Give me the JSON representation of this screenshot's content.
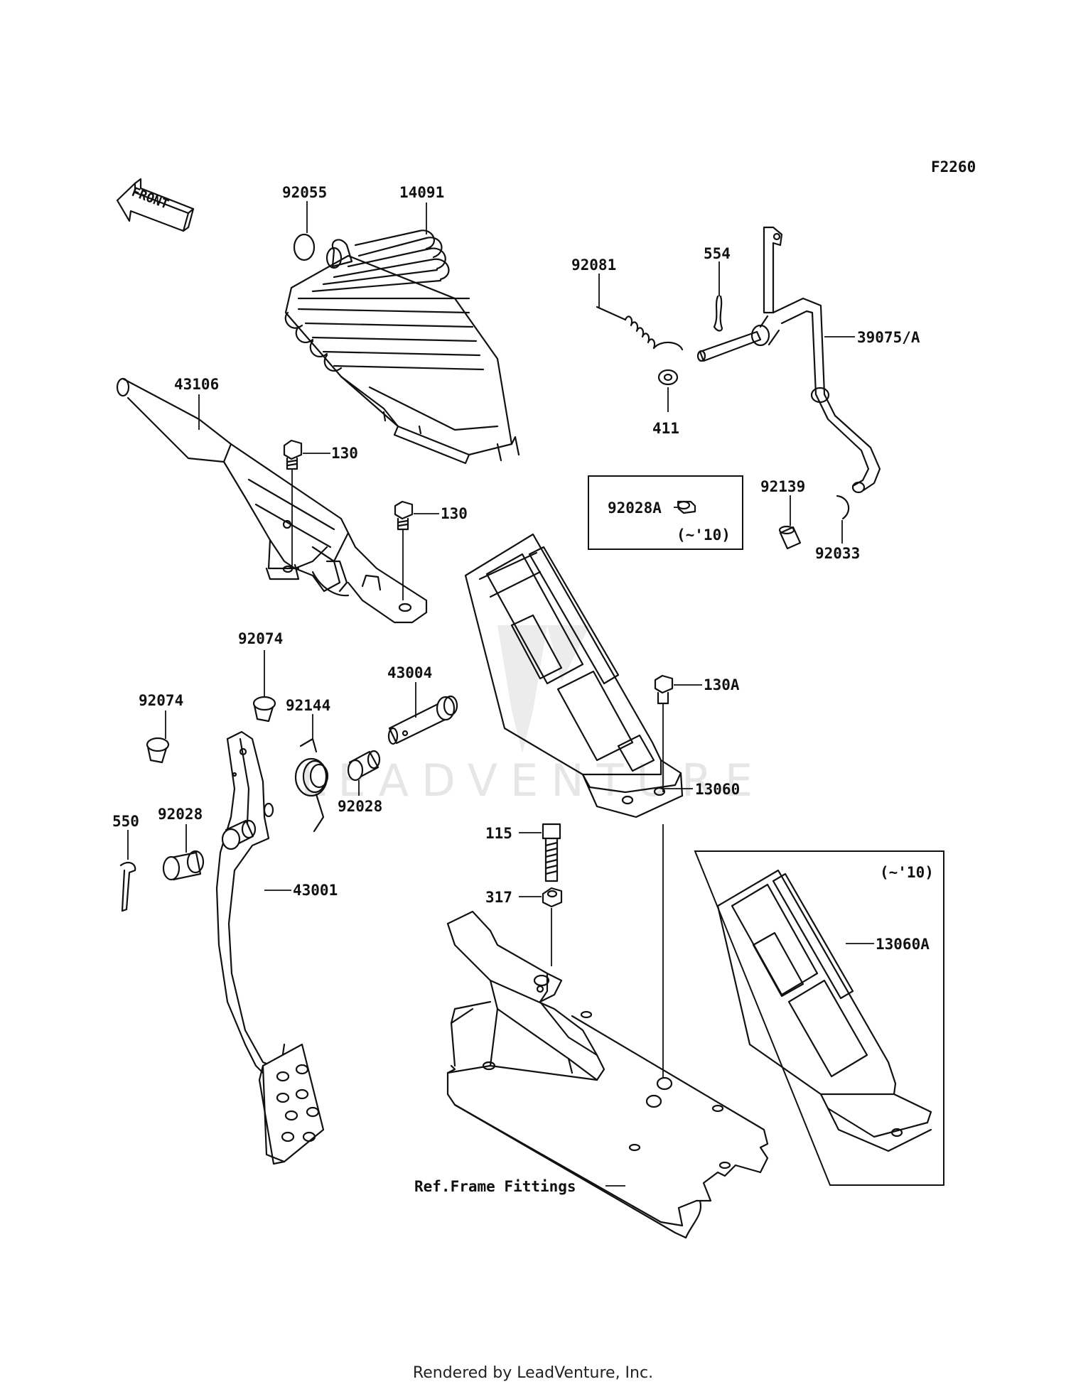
{
  "figure_code": "F2260",
  "front_arrow": {
    "text": "FRONT",
    "icon": "front-arrow-icon"
  },
  "watermark": "LEADVENTURE",
  "labels": {
    "p92055": "92055",
    "p14091": "14091",
    "p92081": "92081",
    "p554": "554",
    "p39075A": "39075/A",
    "p411": "411",
    "p43106": "43106",
    "p130a": "130",
    "p130b": "130",
    "p92028A": "92028A",
    "p92139": "92139",
    "p92033": "92033",
    "p92074a": "92074",
    "p92074b": "92074",
    "p43004": "43004",
    "p92144": "92144",
    "p92028a": "92028",
    "p92028b": "92028",
    "p550": "550",
    "p43001": "43001",
    "p130A": "130A",
    "p13060": "13060",
    "p115": "115",
    "p317": "317",
    "p13060A": "13060A",
    "ref_frame": "Ref.Frame Fittings"
  },
  "notes": {
    "box1_note": "(~'10)",
    "box2_note": "(~'10)"
  },
  "footer": "Rendered by LeadVenture, Inc."
}
